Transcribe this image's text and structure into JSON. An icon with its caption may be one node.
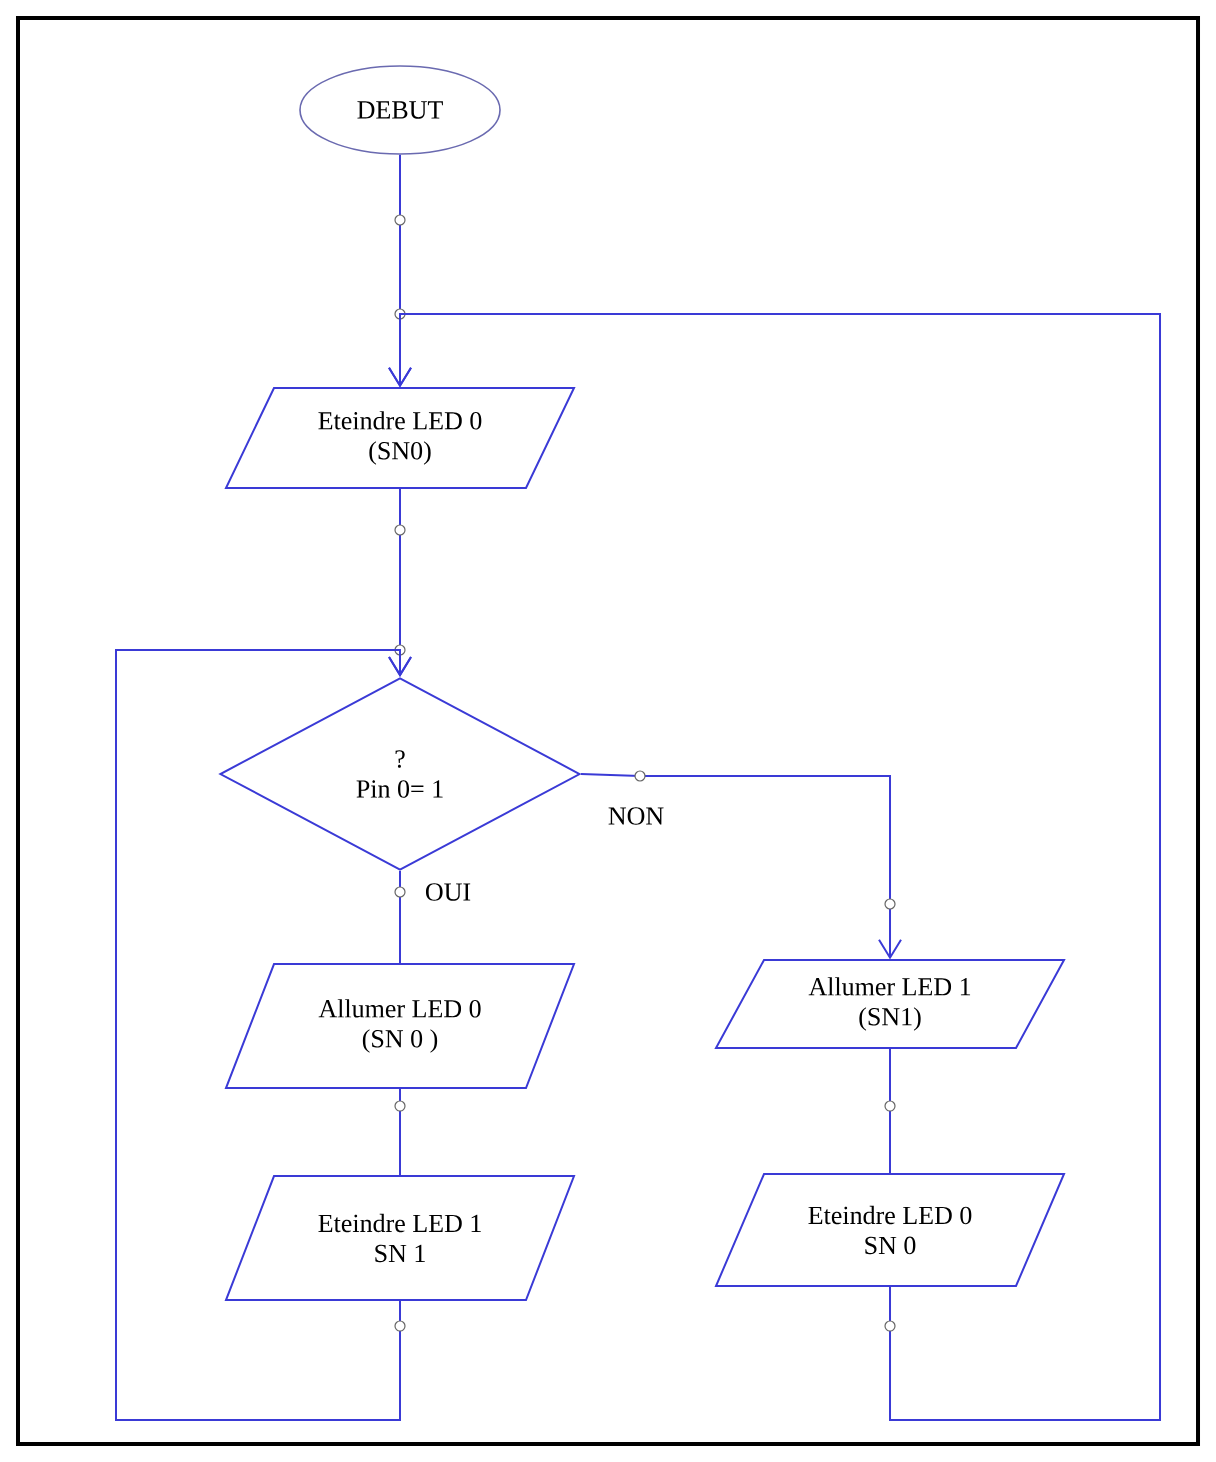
{
  "diagram": {
    "nodes": [
      {
        "text": [
          "DEBUT"
        ]
      },
      {
        "text": [
          "Eteindre LED 0",
          "(SN0)"
        ]
      },
      {
        "text": [
          "?",
          "Pin 0= 1"
        ]
      },
      {
        "text": [
          "Allumer LED 0",
          "(SN 0 )"
        ]
      },
      {
        "text": [
          "Eteindre LED 1",
          "SN 1"
        ]
      },
      {
        "text": [
          "Allumer LED 1",
          "(SN1)"
        ]
      },
      {
        "text": [
          "Eteindre LED 0",
          "SN 0"
        ]
      }
    ],
    "edges": [
      {
        "from": 0,
        "to": 1,
        "arrow": "to"
      },
      {
        "from": 1,
        "to": 2,
        "arrow": "to"
      },
      {
        "from": 2,
        "to": 3,
        "arrow": "none",
        "label": "OUI"
      },
      {
        "from": 2,
        "to": 5,
        "arrow": "to",
        "label": "NON"
      },
      {
        "from": 3,
        "to": 4,
        "arrow": "none"
      },
      {
        "from": 4,
        "to": 2,
        "arrow": "to"
      },
      {
        "from": 5,
        "to": 6,
        "arrow": "none"
      },
      {
        "from": 6,
        "to": 1,
        "arrow": "to"
      }
    ]
  }
}
